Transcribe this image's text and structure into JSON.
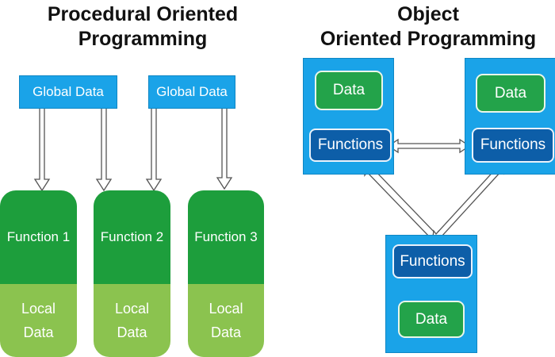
{
  "procedural": {
    "title_line1": "Procedural Oriented",
    "title_line2": "Programming",
    "global_data": [
      "Global Data",
      "Global Data"
    ],
    "functions": [
      {
        "name": "Function 1",
        "local_line1": "Local",
        "local_line2": "Data"
      },
      {
        "name": "Function 2",
        "local_line1": "Local",
        "local_line2": "Data"
      },
      {
        "name": "Function 3",
        "local_line1": "Local",
        "local_line2": "Data"
      }
    ]
  },
  "oop": {
    "title_line1": "Object",
    "title_line2": "Oriented Programming",
    "objects": [
      {
        "data_label": "Data",
        "functions_label": "Functions"
      },
      {
        "data_label": "Data",
        "functions_label": "Functions"
      },
      {
        "data_label": "Data",
        "functions_label": "Functions"
      }
    ]
  },
  "colors": {
    "global_blue": "#1aa3e8",
    "function_green": "#1d9e3c",
    "local_green": "#8bc34f",
    "object_blue": "#1aa3e8",
    "functions_navy": "#0d5ea8",
    "data_green": "#23a34a"
  }
}
